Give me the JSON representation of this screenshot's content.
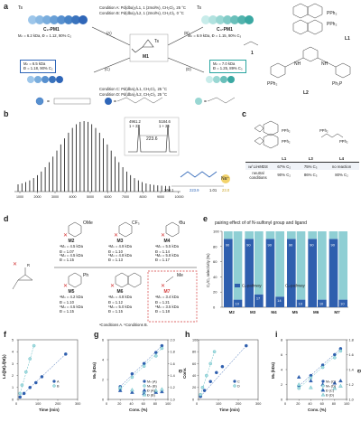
{
  "panel_labels": {
    "a": "a",
    "b": "b",
    "c": "c",
    "d": "d",
    "e": "e",
    "f": "f",
    "g": "g",
    "h": "h",
    "i": "i"
  },
  "panel_a": {
    "top_left_polymer": {
      "name": "C₂-PM1",
      "line1": "Mₙ = 6.2 kDa, Đ = 1.12, 90% C₂"
    },
    "top_right_polymer": {
      "name": "C₃-PM1",
      "line1": "Mₙ = 6.9 kDa, Đ = 1.15, 90% C₃"
    },
    "cond_a": "Condition A: Pd(dba)₂/L1, 1 (2mol%), CH₂Cl₂, 25 °C",
    "cond_b": "Condition B: Pd(dba)₂/L2, 1 (2mol%), CH₂Cl₂, 0 °C",
    "cond_c": "Condition C: Pd(dba)₂/L1, CH₂Cl₂, 25 °C",
    "cond_d": "Condition D: Pd(dba)₂/L2, CH₂Cl₂, 25 °C",
    "arrow_a": "(A)",
    "arrow_b": "(B)",
    "arrow_c": "(C)",
    "arrow_d": "(D)",
    "monomer": "M1",
    "box_left": {
      "line1": "Mₙ = 6.5 kDa",
      "line2": "Đ = 1.18, 90% C₂"
    },
    "box_right": {
      "line1": "Mₙ = 7.0 kDa",
      "line2": "Đ = 1.25, 89% C₃"
    },
    "ligands": [
      "L1",
      "L2"
    ],
    "initiator": "1",
    "ts": "Ts",
    "ppph2": "PPh₂",
    "ph2p": "Ph₂P",
    "nh": "NH",
    "legend_eq": "="
  },
  "panel_b": {
    "x_ticks": [
      "1000",
      "2000",
      "3000",
      "4000",
      "5000",
      "6000",
      "7000",
      "8000",
      "9000",
      "10000"
    ],
    "inset_labels": {
      "left": "4961.2",
      "left2": "1 + 23",
      "right": "5184.6",
      "right2": "1 + 24",
      "delta": "223.6"
    },
    "end_labels": {
      "a": "260.1",
      "b": "223.9",
      "c": "1.01",
      "d": "23.0"
    },
    "ion": "Na⁺"
  },
  "panel_c": {
    "columns": [
      "L1",
      "L3",
      "L4"
    ],
    "rows": [
      {
        "label": "w/ LiHMDS",
        "values": [
          "67% C₂",
          "75% C₃",
          "no reaction"
        ]
      },
      {
        "label": "neutral conditions",
        "values": [
          "90% C₂",
          "86% C₃",
          "80% C₂"
        ]
      }
    ]
  },
  "panel_d": {
    "monomers": [
      {
        "name": "M2",
        "sub": "OMe",
        "a": "ᵃMₙ = 4.5 kDa",
        "ad": "Đ = 1.07",
        "b": "ᵇMₙ = 4.5 kDa",
        "bd": "Đ = 1.15"
      },
      {
        "name": "M3",
        "sub": "CF₃",
        "a": "ᵃMₙ = 4.9 kDa",
        "ad": "Đ = 1.10",
        "b": "ᵇMₙ = 4.8 kDa",
        "bd": "Đ = 1.13"
      },
      {
        "name": "M4",
        "sub": "ᵗBu",
        "a": "ᵃMₙ = 5.5 kDa",
        "ad": "Đ = 1.14",
        "b": "ᵇMₙ = 5.8 kDa",
        "bd": "Đ = 1.17"
      },
      {
        "name": "M5",
        "sub": "Ph",
        "a": "ᵃMₙ = 4.2 kDa",
        "ad": "Đ = 1.10",
        "b": "ᵇMₙ = 4.5 kDa",
        "bd": "Đ = 1.15"
      },
      {
        "name": "M6",
        "sub": "",
        "a": "ᵃMₙ = 4.8 kDa",
        "ad": "Đ = 1.12",
        "b": "ᵇMₙ = 5.0 kDa",
        "bd": "Đ = 1.15"
      },
      {
        "name": "M7",
        "sub": "Me",
        "a": "ᵃMₙ = 3.4 kDa",
        "ad": "Đ = 1.21",
        "b": "ᵇMₙ = 3.5 kDa",
        "bd": "Đ = 1.18"
      }
    ],
    "footnote": "ᵃConditions A. ᵇConditions B.",
    "r_label": "R"
  },
  "chart_data": [
    {
      "panel": "e",
      "type": "bar",
      "title": "pairing effect of of N-sulfonyl group and ligand",
      "ylabel": "C₂/C₃ selectivity (%)",
      "categories": [
        "M2",
        "M3",
        "M4",
        "M5",
        "M6",
        "M7"
      ],
      "ylim": [
        0,
        100
      ],
      "yticks": [
        0,
        20,
        40,
        60,
        80,
        100
      ],
      "series": [
        {
          "name": "C₂-pathway",
          "color": "#2f5fae",
          "values": [
            90,
            10,
            90,
            17,
            90,
            14,
            90,
            10,
            90,
            10,
            90,
            10
          ]
        },
        {
          "name": "C₃-pathway",
          "color": "#8fcfd4",
          "values": [
            10,
            90,
            10,
            83,
            10,
            86,
            10,
            90,
            10,
            90,
            10,
            90
          ]
        }
      ],
      "bar_labels": [
        "90",
        "10",
        "90",
        "17",
        "90",
        "14",
        "90",
        "10",
        "90",
        "10",
        "90",
        "10"
      ]
    },
    {
      "panel": "f",
      "type": "scatter",
      "xlabel": "Time (min)",
      "ylabel": "Ln([M]₀/[M]ₜ)",
      "xlim": [
        0,
        300
      ],
      "ylim": [
        0,
        5
      ],
      "xticks": [
        "0",
        "100",
        "200",
        "300"
      ],
      "yticks": [
        "0",
        "1",
        "2",
        "3",
        "4",
        "5"
      ],
      "series": [
        {
          "name": "A",
          "x": [
            10,
            30,
            60,
            90,
            120,
            240
          ],
          "y": [
            0.2,
            0.5,
            1.0,
            1.4,
            1.9,
            3.8
          ]
        },
        {
          "name": "B",
          "x": [
            10,
            20,
            40,
            60,
            80
          ],
          "y": [
            0.5,
            1.2,
            2.3,
            3.4,
            4.5
          ]
        }
      ]
    },
    {
      "panel": "g",
      "type": "scatter",
      "xlabel": "Conv. (%)",
      "ylabel": "Mₙ (kDa)",
      "y2label": "Đ",
      "xlim": [
        0,
        100
      ],
      "ylim": [
        0,
        7
      ],
      "y2lim": [
        1.0,
        2.0
      ],
      "xticks": [
        "0",
        "20",
        "40",
        "60",
        "80",
        "100"
      ],
      "yticks": [
        "0",
        "2",
        "4",
        "6"
      ],
      "y2ticks": [
        "1.0",
        "1.2",
        "1.4",
        "1.6",
        "1.8",
        "2.0"
      ],
      "series": [
        {
          "name": "Mₙ (A)",
          "x": [
            20,
            40,
            60,
            80,
            90
          ],
          "y": [
            1.5,
            3.0,
            4.2,
            5.5,
            6.3
          ]
        },
        {
          "name": "Mₙ (B)",
          "x": [
            20,
            40,
            60,
            80,
            90
          ],
          "y": [
            1.2,
            2.6,
            3.9,
            5.1,
            6.0
          ]
        },
        {
          "name": "Đ (A)",
          "x": [
            20,
            40,
            60,
            80,
            90
          ],
          "y": [
            1.15,
            1.12,
            1.1,
            1.12,
            1.13
          ]
        },
        {
          "name": "Đ (B)",
          "x": [
            20,
            40,
            60,
            80,
            90
          ],
          "y": [
            1.2,
            1.16,
            1.14,
            1.15,
            1.17
          ]
        }
      ]
    },
    {
      "panel": "h",
      "type": "scatter",
      "xlabel": "Time (min)",
      "ylabel": "Conv.",
      "xlim": [
        0,
        300
      ],
      "ylim": [
        0,
        100
      ],
      "xticks": [
        "0",
        "100",
        "200",
        "300"
      ],
      "yticks": [
        "0",
        "20",
        "40",
        "60",
        "80",
        "100"
      ],
      "series": [
        {
          "name": "C",
          "x": [
            10,
            30,
            60,
            90,
            120,
            240
          ],
          "y": [
            5,
            15,
            30,
            45,
            55,
            90
          ]
        },
        {
          "name": "D",
          "x": [
            10,
            20,
            40,
            60,
            80
          ],
          "y": [
            8,
            20,
            40,
            60,
            80
          ]
        }
      ]
    },
    {
      "panel": "i",
      "type": "scatter",
      "xlabel": "Conv. (%)",
      "ylabel": "Mₙ (kDa)",
      "y2label": "Đ",
      "xlim": [
        0,
        100
      ],
      "ylim": [
        0,
        8
      ],
      "y2lim": [
        1.0,
        1.8
      ],
      "xticks": [
        "0",
        "20",
        "40",
        "60",
        "80",
        "100"
      ],
      "yticks": [
        "0",
        "2",
        "4",
        "6",
        "8"
      ],
      "y2ticks": [
        "1.0",
        "1.2",
        "1.4",
        "1.6",
        "1.8"
      ],
      "series": [
        {
          "name": "Mₙ (C)",
          "x": [
            20,
            40,
            60,
            80,
            90
          ],
          "y": [
            1.8,
            3.2,
            4.6,
            6.0,
            6.8
          ]
        },
        {
          "name": "Mₙ (D)",
          "x": [
            20,
            40,
            60,
            80,
            90
          ],
          "y": [
            1.5,
            2.9,
            4.3,
            5.6,
            6.5
          ]
        },
        {
          "name": "Đ (C)",
          "x": [
            20,
            40,
            60,
            80,
            90
          ],
          "y": [
            1.3,
            1.25,
            1.2,
            1.22,
            1.25
          ]
        },
        {
          "name": "Đ (D)",
          "x": [
            20,
            40,
            60,
            80,
            90
          ],
          "y": [
            1.2,
            1.16,
            1.13,
            1.15,
            1.18
          ]
        }
      ]
    }
  ],
  "colors": {
    "blue": "#2f5fae",
    "teal": "#8fcfd4",
    "green": "#2aa5a0",
    "red": "#d43a3a",
    "lightblue": "#9dc6ea"
  }
}
